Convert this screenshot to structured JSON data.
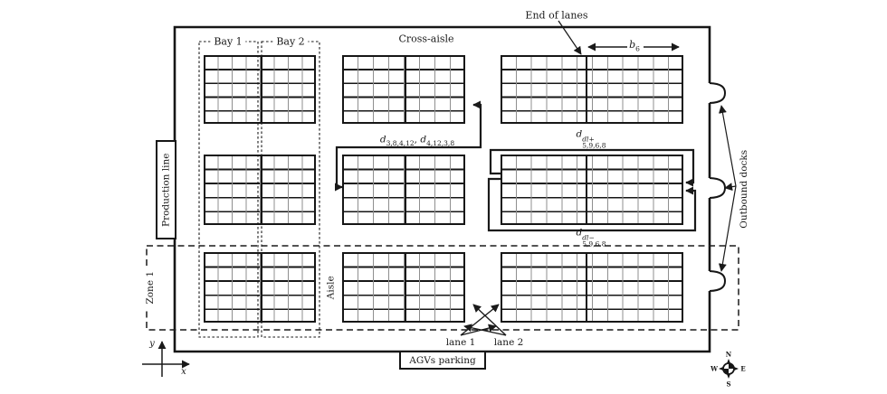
{
  "diagram": {
    "bays": {
      "bay1": "Bay 1",
      "bay2": "Bay 2"
    },
    "top": {
      "cross_aisle": "Cross-aisle",
      "end_of_lanes": "End of lanes",
      "b6_base": "b",
      "b6_sub": "6"
    },
    "left": {
      "production_line": "Production line",
      "zone1": "Zone 1"
    },
    "right": {
      "outbound_docks": "Outbound docks"
    },
    "middle": {
      "aisle": "Aisle",
      "route_d": {
        "d1_base": "d",
        "d1_sub": "3,8,4,12",
        "sep": ", ",
        "d2_base": "d",
        "d2_sub": "4,12,3,8"
      },
      "dl_plus": {
        "base": "d",
        "sup": "dl+",
        "sub": "5,9,6,8"
      },
      "dl_minus": {
        "base": "d",
        "sup": "dl−",
        "sub": "5,9,6,8"
      }
    },
    "bottom": {
      "lane1": "lane 1",
      "lane2": "lane 2",
      "agvs_parking": "AGVs parking",
      "x_axis": "x",
      "y_axis": "y"
    },
    "compass": {
      "n": "N",
      "s": "S",
      "e": "E",
      "w": "W"
    },
    "colors": {
      "ink": "#1a1a1a",
      "grid_thin": "#8f8f8f",
      "background": "#ffffff"
    }
  }
}
